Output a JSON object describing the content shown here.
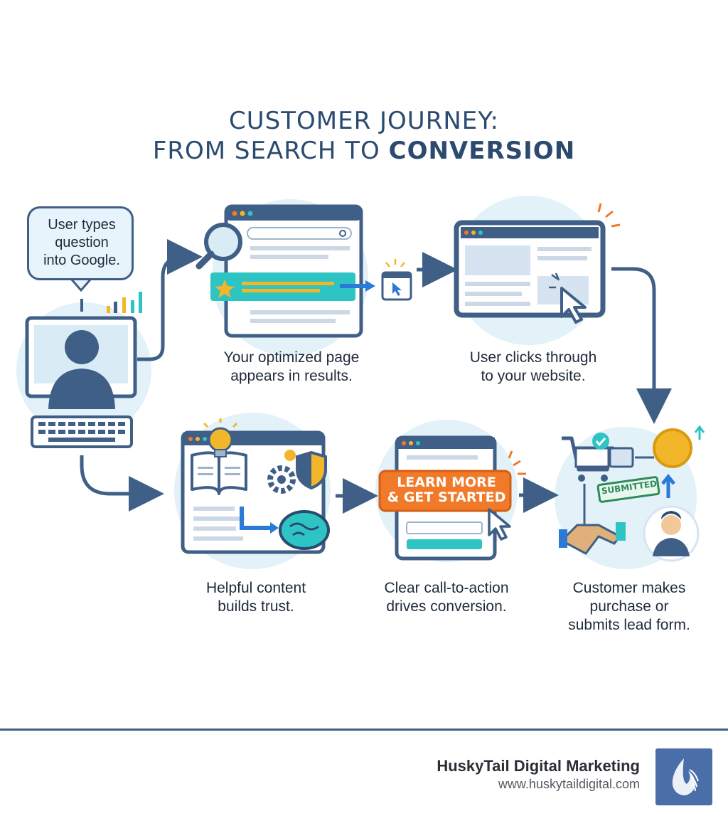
{
  "title": {
    "line1": "CUSTOMER JOURNEY:",
    "line2_plain": "FROM SEARCH TO ",
    "line2_bold": "CONVERSION"
  },
  "steps": [
    {
      "id": "search",
      "caption": "User types\nquestion\ninto Google."
    },
    {
      "id": "results",
      "caption": "Your optimized page\nappears in results."
    },
    {
      "id": "click",
      "caption": "User clicks through\nto your website."
    },
    {
      "id": "content",
      "caption": "Helpful content\nbuilds trust."
    },
    {
      "id": "cta",
      "caption": "Clear call-to-action\ndrives conversion.",
      "button_text": "LEARN MORE\n& GET STARTED"
    },
    {
      "id": "convert",
      "caption": "Customer makes\npurchase or\nsubmits lead form.",
      "stamp_text": "SUBMITTED"
    }
  ],
  "footer": {
    "brand": "HuskyTail Digital Marketing",
    "url": "www.huskytaildigital.com"
  },
  "colors": {
    "navy": "#3f5f87",
    "circle": "#e3f1f8",
    "teal": "#2ec4c4",
    "orange": "#f07a2a",
    "gold": "#f2b62a"
  }
}
